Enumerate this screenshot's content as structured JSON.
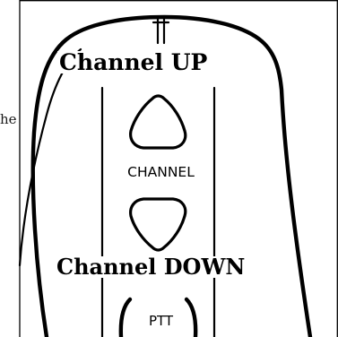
{
  "figure": {
    "callout_up": "Channel UP",
    "channel_label": "CHANNEL",
    "callout_down": "Channel DOWN",
    "ptt_label": "PTT",
    "left_text_fragment": "he",
    "line_color": "#000000",
    "background_color": "#ffffff"
  },
  "icons": {
    "up_button": "triangle-up-icon",
    "down_button": "triangle-down-icon"
  }
}
